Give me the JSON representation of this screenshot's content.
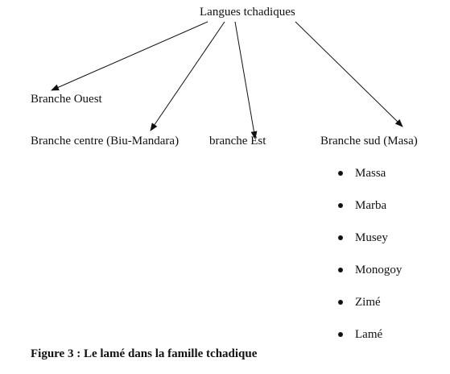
{
  "diagram": {
    "root": {
      "label": "Langues tchadiques"
    },
    "branches": [
      {
        "id": "west",
        "label": "Branche Ouest"
      },
      {
        "id": "centre",
        "label": "Branche centre (Biu-Mandara)"
      },
      {
        "id": "east",
        "label": "branche Est"
      },
      {
        "id": "south",
        "label": "Branche sud (Masa)"
      }
    ],
    "edges": [
      {
        "from": "root",
        "to": "west"
      },
      {
        "from": "root",
        "to": "centre"
      },
      {
        "from": "root",
        "to": "east"
      },
      {
        "from": "root",
        "to": "south"
      }
    ],
    "south_languages": [
      "Massa",
      "Marba",
      "Musey",
      "Monogoy",
      "Zimé",
      "Lamé"
    ],
    "caption": "Figure 3 : Le lamé dans la famille tchadique"
  },
  "colors": {
    "ink": "#111111",
    "background": "#ffffff"
  }
}
